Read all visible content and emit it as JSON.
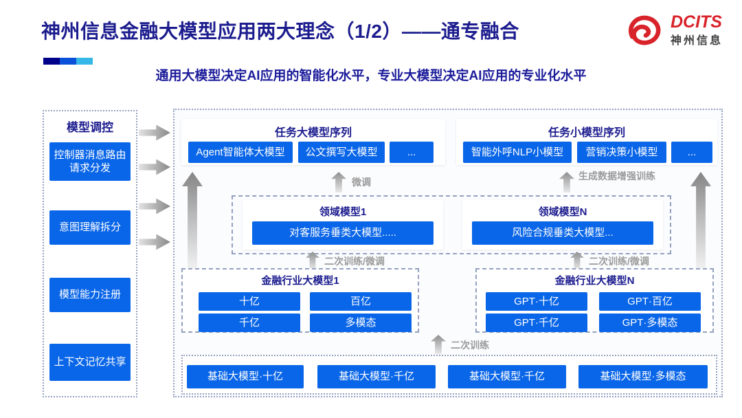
{
  "header": {
    "title": "神州信息金融大模型应用两大理念（1/2）——通专融合",
    "subtitle": "通用大模型决定AI应用的智能化水平，专业大模型决定AI应用的专业化水平",
    "logo": {
      "brand": "DCITS",
      "brand_cn": "神州信息"
    },
    "accent_colors": [
      "#00008b",
      "#0a50d8",
      "#35b8e8"
    ]
  },
  "colors": {
    "navy_text": "#1c1c8f",
    "chip_blue": "#0a66e8",
    "logo_red": "#d8232a",
    "arrow_gray": "#9b9b9b"
  },
  "sidebar": {
    "title": "模型调控",
    "items": [
      {
        "label": "控制器消息路由请求分发"
      },
      {
        "label": "意图理解拆分"
      },
      {
        "label": "模型能力注册"
      },
      {
        "label": "上下文记忆共享"
      }
    ]
  },
  "main": {
    "task_large": {
      "title": "任务大模型序列",
      "items": [
        "Agent智能体大模型",
        "公文撰写大模型",
        "..."
      ]
    },
    "task_small": {
      "title": "任务小模型序列",
      "items": [
        "智能外呼NLP小模型",
        "营销决策小模型",
        "..."
      ]
    },
    "arrow_labels": {
      "fine_tune": "微调",
      "data_augment": "生成数据增强训练",
      "retrain_left": "二次训练/微调",
      "retrain_right": "二次训练/微调",
      "retrain_bottom": "二次训练"
    },
    "domain": {
      "left": {
        "title": "领域模型1",
        "item": "对客服务垂类大模型....."
      },
      "right": {
        "title": "领域模型N",
        "item": "风险合规垂类大模型..."
      }
    },
    "industry_left": {
      "title": "金融行业大模型1",
      "items": [
        "十亿",
        "百亿",
        "千亿",
        "多模态"
      ]
    },
    "industry_right": {
      "title": "金融行业大模型N",
      "items": [
        "GPT·十亿",
        "GPT·百亿",
        "GPT·千亿",
        "GPT·多模态"
      ]
    },
    "base_models": {
      "items": [
        "基础大模型·十亿",
        "基础大模型·千亿",
        "基础大模型·千亿",
        "基础大模型·多模态"
      ]
    }
  }
}
